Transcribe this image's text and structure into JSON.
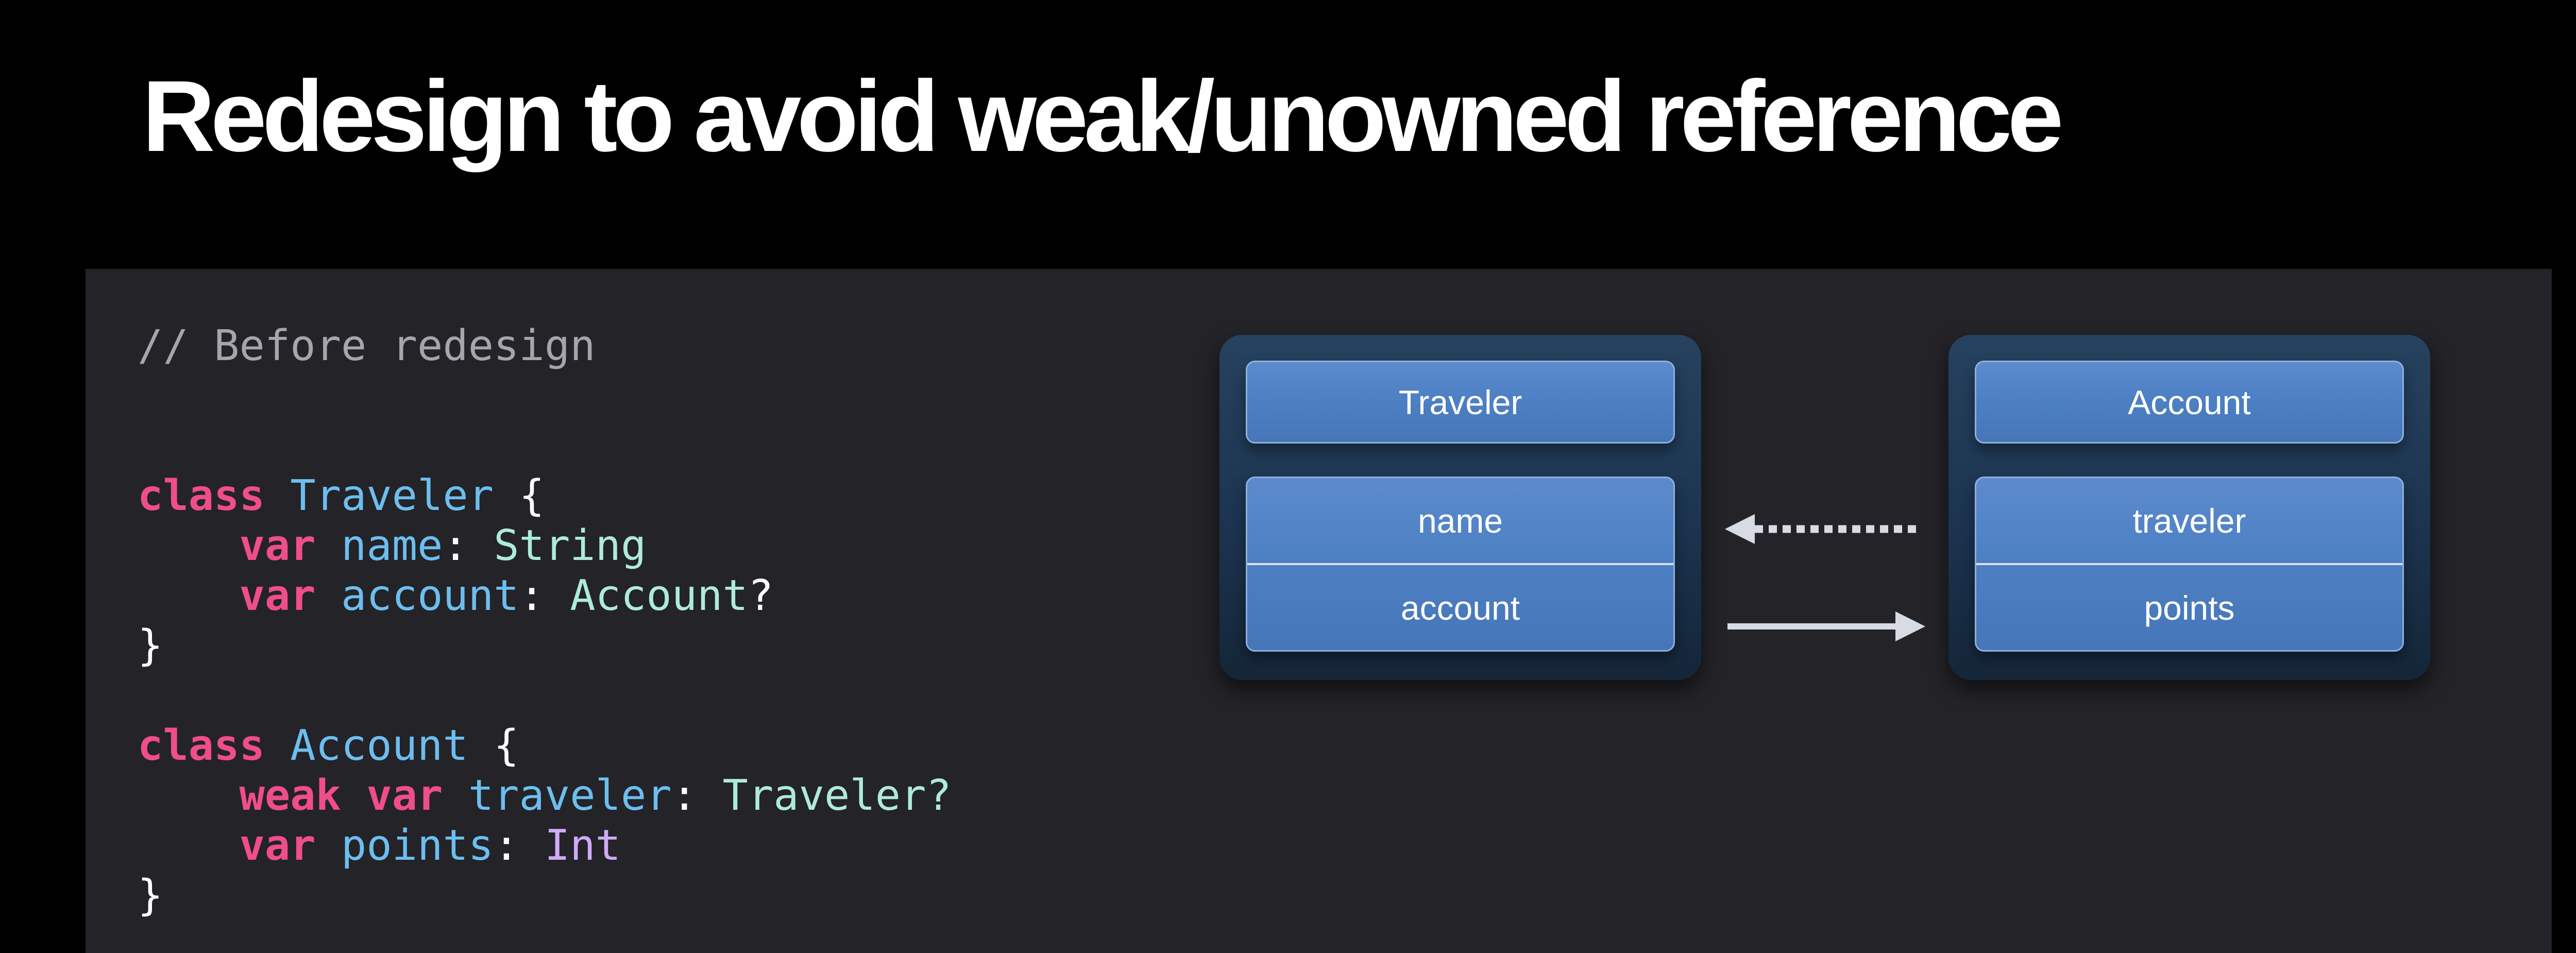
{
  "title": "Redesign to avoid weak/unowned reference",
  "colors": {
    "background": "#000000",
    "panel": "#232328",
    "plain": "#ffffff",
    "comment": "#a5a6ab",
    "keyword": "#ef4d8b",
    "decl": "#6dbeef",
    "type": "#aeeada",
    "typeAlt": "#cfabf7",
    "boxContainerTop": "#26425f",
    "boxContainerBottom": "#142638",
    "rowBlue": "#4d80c4",
    "rowBorder": "#8fafdc",
    "rowSeparator": "#d9e2ef",
    "arrow": "#d7dce4"
  },
  "code": {
    "lines": [
      [
        {
          "t": "// Before redesign",
          "c": "comment"
        }
      ],
      [],
      [],
      [
        {
          "t": "class ",
          "c": "keyword"
        },
        {
          "t": "Traveler",
          "c": "decl"
        },
        {
          "t": " {",
          "c": "plain"
        }
      ],
      [
        {
          "t": "    ",
          "c": "plain"
        },
        {
          "t": "var",
          "c": "keyword"
        },
        {
          "t": " ",
          "c": "plain"
        },
        {
          "t": "name",
          "c": "decl"
        },
        {
          "t": ": ",
          "c": "plain"
        },
        {
          "t": "String",
          "c": "type"
        }
      ],
      [
        {
          "t": "    ",
          "c": "plain"
        },
        {
          "t": "var",
          "c": "keyword"
        },
        {
          "t": " ",
          "c": "plain"
        },
        {
          "t": "account",
          "c": "decl"
        },
        {
          "t": ": ",
          "c": "plain"
        },
        {
          "t": "Account",
          "c": "type"
        },
        {
          "t": "?",
          "c": "plain"
        }
      ],
      [
        {
          "t": "}",
          "c": "plain"
        }
      ],
      [],
      [
        {
          "t": "class ",
          "c": "keyword"
        },
        {
          "t": "Account",
          "c": "decl"
        },
        {
          "t": " {",
          "c": "plain"
        }
      ],
      [
        {
          "t": "    ",
          "c": "plain"
        },
        {
          "t": "weak var",
          "c": "keyword"
        },
        {
          "t": " ",
          "c": "plain"
        },
        {
          "t": "traveler",
          "c": "decl"
        },
        {
          "t": ": ",
          "c": "plain"
        },
        {
          "t": "Traveler?",
          "c": "type"
        }
      ],
      [
        {
          "t": "    ",
          "c": "plain"
        },
        {
          "t": "var",
          "c": "keyword"
        },
        {
          "t": " ",
          "c": "plain"
        },
        {
          "t": "points",
          "c": "decl"
        },
        {
          "t": ": ",
          "c": "plain"
        },
        {
          "t": "Int",
          "c": "typeAlt"
        }
      ],
      [
        {
          "t": "}",
          "c": "plain"
        }
      ]
    ]
  },
  "diagram": {
    "boxes": [
      {
        "title": "Traveler",
        "fields": [
          "name",
          "account"
        ]
      },
      {
        "title": "Account",
        "fields": [
          "traveler",
          "points"
        ]
      }
    ],
    "arrows": [
      {
        "name": "weak-reference-arrow",
        "style": "dotted",
        "direction": "left"
      },
      {
        "name": "strong-reference-arrow",
        "style": "solid",
        "direction": "right"
      }
    ]
  }
}
